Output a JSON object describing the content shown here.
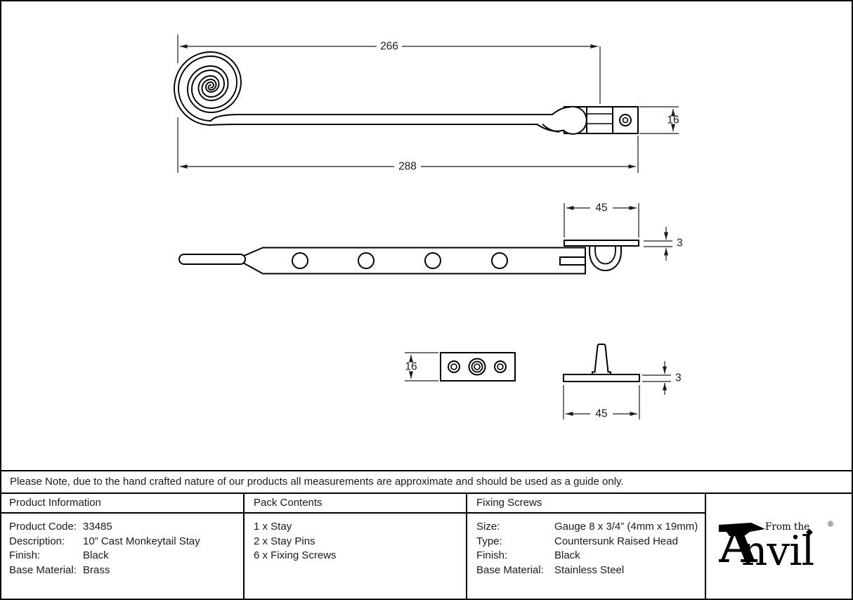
{
  "note": {
    "text": "Please Note, due to the hand crafted nature of our products all measurements are approximate and should be used as a guide only."
  },
  "drawing": {
    "dims": {
      "length_to_pivot": "266",
      "overall_length": "288",
      "keep_height": "16",
      "keep_width": "45",
      "keep_thickness": "3",
      "pin_plate_height": "16",
      "pin_plate_width": "45",
      "pin_plate_thickness": "3"
    }
  },
  "table": {
    "product_information": {
      "title": "Product Information",
      "rows": [
        {
          "label": "Product Code:",
          "value": "33485"
        },
        {
          "label": "Description:",
          "value": "10” Cast Monkeytail Stay"
        },
        {
          "label": "Finish:",
          "value": "Black"
        },
        {
          "label": "Base Material:",
          "value": "Brass"
        }
      ]
    },
    "pack_contents": {
      "title": "Pack Contents",
      "items": [
        "1 x Stay",
        "2 x Stay Pins",
        "6 x Fixing Screws"
      ]
    },
    "fixing_screws": {
      "title": "Fixing Screws",
      "rows": [
        {
          "label": "Size:",
          "value": "Gauge 8 x 3/4” (4mm x 19mm)"
        },
        {
          "label": "Type:",
          "value": "Countersunk Raised Head"
        },
        {
          "label": "Finish:",
          "value": "Black"
        },
        {
          "label": "Base Material:",
          "value": "Stainless Steel"
        }
      ]
    }
  },
  "logo": {
    "prefix": "From the",
    "name": "Anvil",
    "initial": "A",
    "name_tail": "nvil",
    "diamond": "◆",
    "registered": "®"
  }
}
